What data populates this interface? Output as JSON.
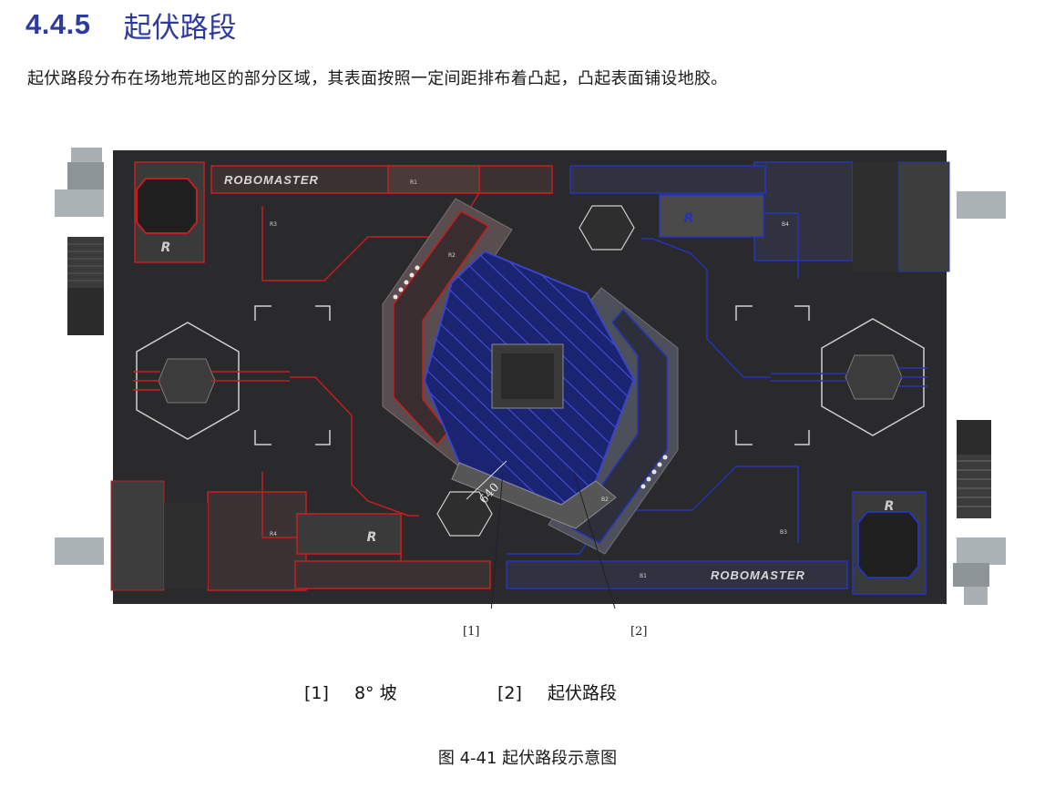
{
  "section": {
    "number": "4.4.5",
    "title": "起伏路段"
  },
  "intro": "起伏路段分布在场地荒地区的部分区域，其表面按照一定间距排布着凸起，凸起表面铺设地胶。",
  "figure": {
    "logo_text": "ROBOMASTER",
    "zone_tags": [
      "R1",
      "R2",
      "R3",
      "R4",
      "B1",
      "B2",
      "B3",
      "B4"
    ],
    "dimension_label": "640",
    "callouts": [
      "[1]",
      "[2]"
    ],
    "colors": {
      "red_team": "#c41f1f",
      "blue_team": "#2434b8",
      "field": "#2a2a2c",
      "heading": "#2d3aa0"
    }
  },
  "legend": [
    {
      "marker": "[1]",
      "label": "8°  坡"
    },
    {
      "marker": "[2]",
      "label": "起伏路段"
    }
  ],
  "caption": "图 4-41 起伏路段示意图"
}
